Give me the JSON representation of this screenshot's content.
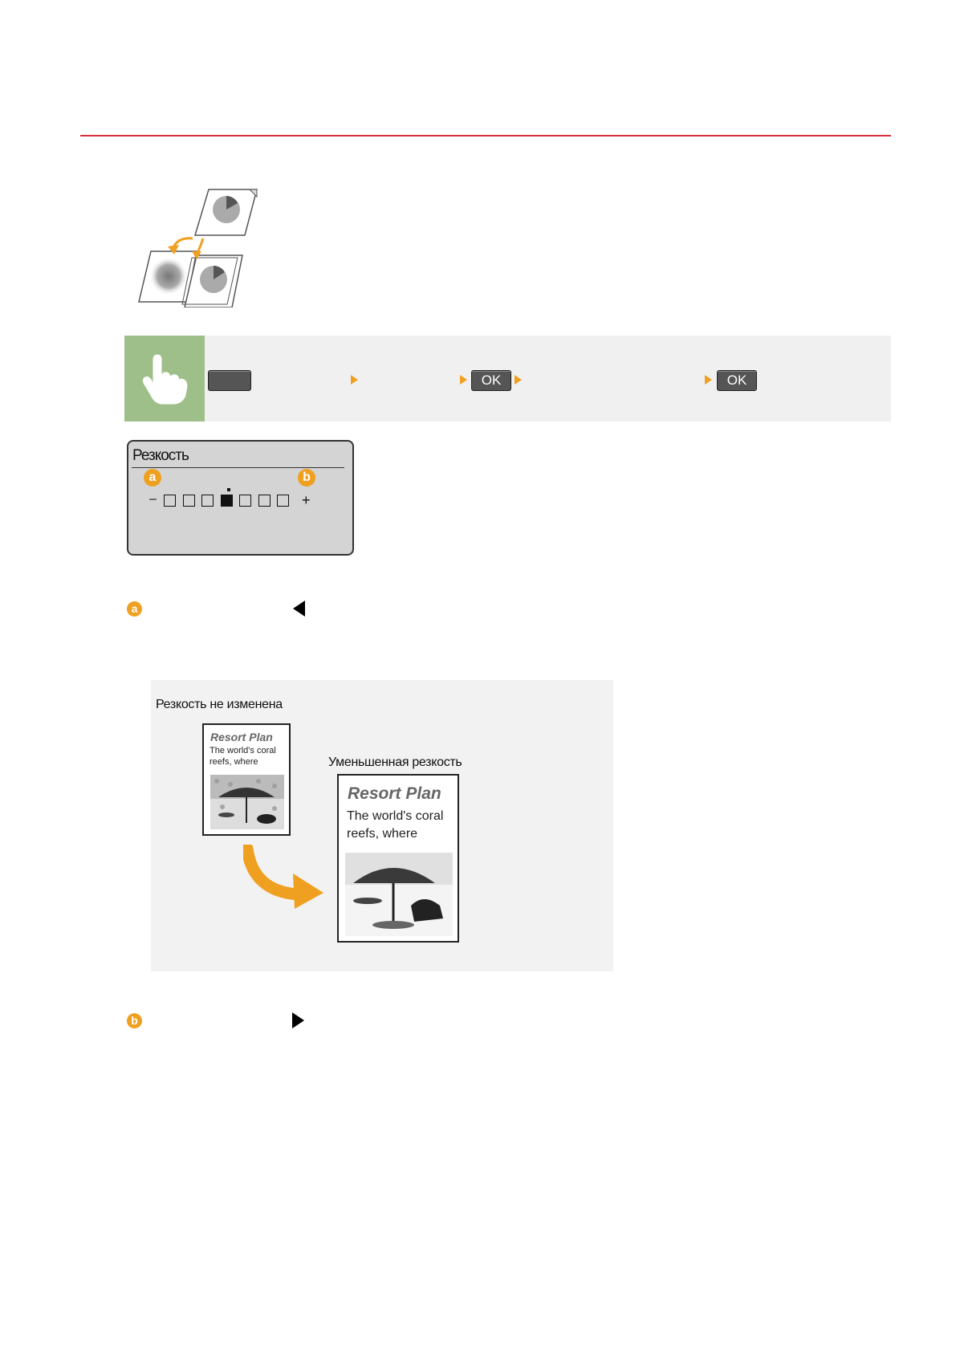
{
  "lcd": {
    "title": "Резкость",
    "badge_a": "a",
    "badge_b": "b",
    "minus": "–",
    "plus": "+",
    "level_selected": 4,
    "level_count": 7
  },
  "procedure": {
    "ok_label_1": "OK",
    "ok_label_2": "OK"
  },
  "options": {
    "a": {
      "badge": "a"
    },
    "b": {
      "badge": "b"
    }
  },
  "example": {
    "caption_original": "Резкость не изменена",
    "caption_result": "Уменьшенная резкость",
    "doc_small": {
      "title": "Resort Plan",
      "line1": "The world's coral",
      "line2": "reefs, where"
    },
    "doc_large": {
      "title": "Resort Plan",
      "line1": "The world's coral",
      "line2": "reefs, where"
    }
  },
  "colors": {
    "accent_orange": "#f0a020",
    "rule_red": "#d9303b",
    "hand_green": "#9fbf8a"
  }
}
